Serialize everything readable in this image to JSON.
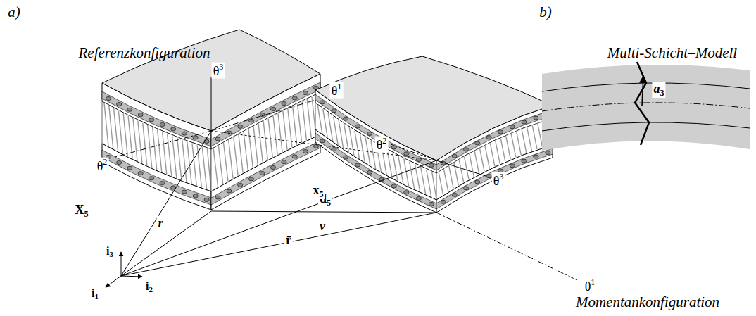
{
  "diagram": {
    "labels": [
      "a)",
      "b)",
      "Referenzkonfiguration",
      "Multi-Schicht–Modell",
      "θ3",
      "θ1",
      "θ2",
      "θ2",
      "d5",
      "θ3",
      "X5",
      "r",
      "v",
      "x5",
      "r̄",
      "i3",
      "i1",
      "i2",
      "Momentankonfiguration",
      "θ1",
      "a3"
    ]
  }
}
